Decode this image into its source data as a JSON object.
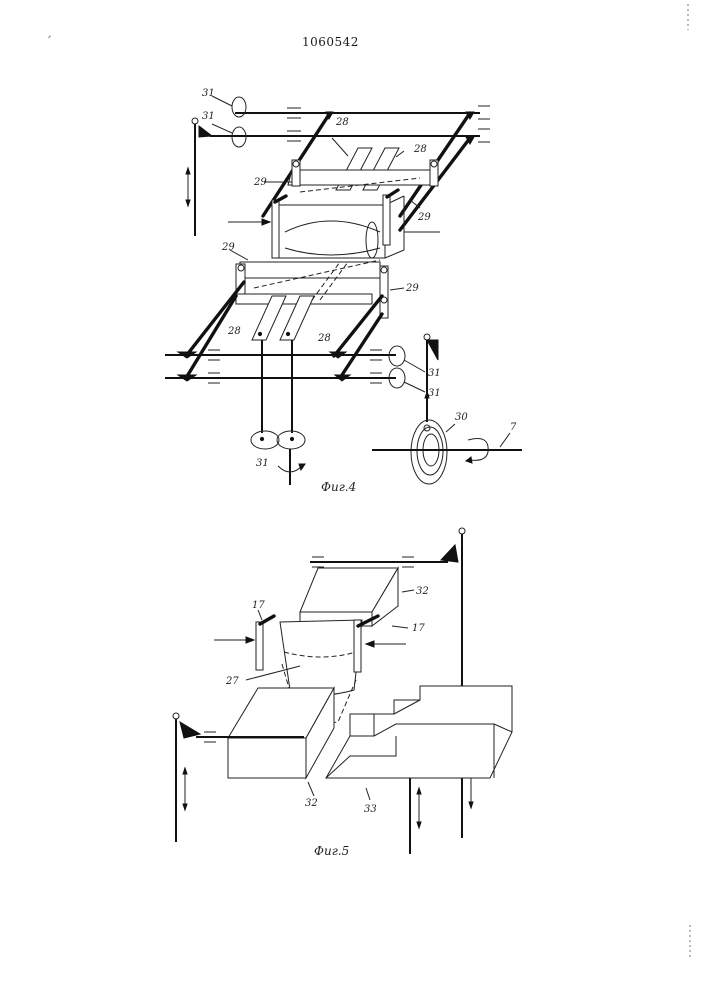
{
  "document": {
    "number": "1060542",
    "corner_mark": "ˏ"
  },
  "figures": [
    {
      "caption": "Фиг.4",
      "labels": {
        "l31_a": "31",
        "l31_b": "31",
        "l28_a": "28",
        "l28_b": "28",
        "l29_a": "29",
        "l29_b": "29",
        "l29_c": "29",
        "l29_d": "29",
        "l28_c": "28",
        "l28_d": "28",
        "l31_c": "31",
        "l31_d": "31",
        "l31_e": "31",
        "l30": "30",
        "l7": "7"
      }
    },
    {
      "caption": "Фиг.5",
      "labels": {
        "l32_a": "32",
        "l17_a": "17",
        "l17_b": "17",
        "l27": "27",
        "l32_b": "32",
        "l33": "33"
      }
    }
  ],
  "colors": {
    "ink": "#111111",
    "paper": "#ffffff"
  }
}
